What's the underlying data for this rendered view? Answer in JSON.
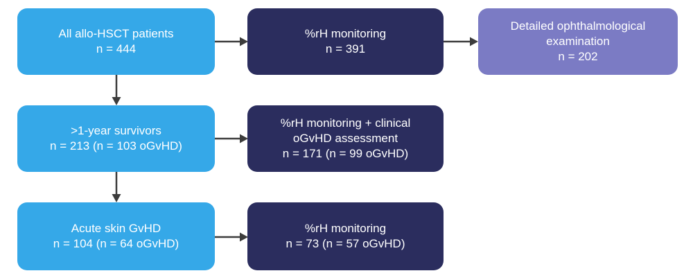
{
  "diagram": {
    "title": "allo-HSCT ocular GvHD study flow diagram",
    "colors": {
      "blue": "#35a8e8",
      "navy": "#2b2d5e",
      "purple": "#7b7bc4",
      "arrow": "#3c3c3c",
      "background": "#ffffff",
      "text": "#ffffff"
    },
    "nodes": [
      {
        "id": "all-patients",
        "color": "blue",
        "lines": [
          "All allo-HSCT patients",
          "n = 444"
        ]
      },
      {
        "id": "rh-monitoring-1",
        "color": "navy",
        "lines": [
          "%rH monitoring",
          "n = 391"
        ]
      },
      {
        "id": "ophthalmological",
        "color": "purple",
        "lines": [
          "Detailed ophthalmological",
          "examination",
          "n = 202"
        ]
      },
      {
        "id": "survivors",
        "color": "blue",
        "lines": [
          ">1-year survivors",
          "n = 213 (n = 103 oGvHD)"
        ]
      },
      {
        "id": "rh-ogvhd",
        "color": "navy",
        "lines": [
          "%rH monitoring + clinical",
          "oGvHD assessment",
          "n = 171 (n = 99 oGvHD)"
        ]
      },
      {
        "id": "acute-skin",
        "color": "blue",
        "lines": [
          "Acute skin GvHD",
          "n = 104 (n = 64 oGvHD)"
        ]
      },
      {
        "id": "rh-monitoring-3",
        "color": "navy",
        "lines": [
          "%rH monitoring",
          "n = 73 (n = 57 oGvHD)"
        ]
      }
    ],
    "edges": [
      {
        "id": "all-patients-to-rh-monitoring-1",
        "direction": "right"
      },
      {
        "id": "rh-monitoring-1-to-ophthalmological",
        "direction": "right"
      },
      {
        "id": "all-patients-to-survivors",
        "direction": "down"
      },
      {
        "id": "survivors-to-rh-ogvhd",
        "direction": "right"
      },
      {
        "id": "survivors-to-acute-skin",
        "direction": "down"
      },
      {
        "id": "acute-skin-to-rh-monitoring-3",
        "direction": "right"
      }
    ]
  }
}
